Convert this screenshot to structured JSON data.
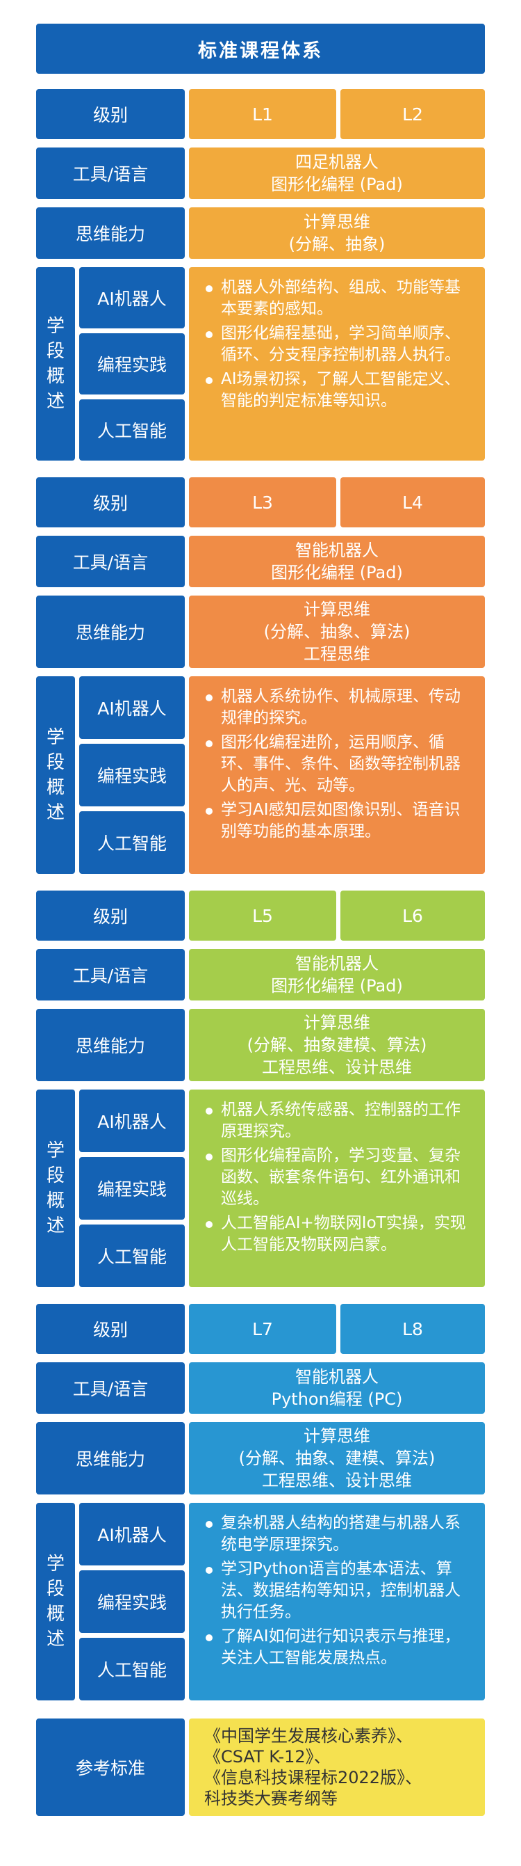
{
  "title": "标准课程体系",
  "colors": {
    "blue": "#1462B4",
    "group1": "#F2AA3C",
    "group2": "#F08C46",
    "group3": "#A5CD4B",
    "group4": "#2896D2",
    "reference": "#F5E150"
  },
  "labels": {
    "level": "级别",
    "tool": "工具/语言",
    "thinking": "思维能力",
    "stage": "学段概述",
    "ai_robot": "AI机器人",
    "coding": "编程实践",
    "ai": "人工智能",
    "reference": "参考标准"
  },
  "groups": [
    {
      "levels": [
        "L1",
        "L2"
      ],
      "tool": "四足机器人\n图形化编程 (Pad)",
      "thinking": "计算思维\n(分解、抽象)",
      "bullets": [
        "机器人外部结构、组成、功能等基本要素的感知。",
        "图形化编程基础，学习简单顺序、循环、分支程序控制机器人执行。",
        "AI场景初探，了解人工智能定义、智能的判定标准等知识。"
      ]
    },
    {
      "levels": [
        "L3",
        "L4"
      ],
      "tool": "智能机器人\n图形化编程 (Pad)",
      "thinking": "计算思维\n(分解、抽象、算法)\n工程思维",
      "bullets": [
        "机器人系统协作、机械原理、传动规律的探究。",
        "图形化编程进阶，运用顺序、循环、事件、条件、函数等控制机器人的声、光、动等。",
        "学习AI感知层如图像识别、语音识别等功能的基本原理。"
      ]
    },
    {
      "levels": [
        "L5",
        "L6"
      ],
      "tool": "智能机器人\n图形化编程 (Pad)",
      "thinking": "计算思维\n(分解、抽象建模、算法)\n工程思维、设计思维",
      "bullets": [
        "机器人系统传感器、控制器的工作原理探究。",
        "图形化编程高阶，学习变量、复杂函数、嵌套条件语句、红外通讯和巡线。",
        "人工智能AI+物联网IoT实操，实现人工智能及物联网启蒙。"
      ]
    },
    {
      "levels": [
        "L7",
        "L8"
      ],
      "tool": "智能机器人\nPython编程 (PC)",
      "thinking": "计算思维\n(分解、抽象、建模、算法)\n工程思维、设计思维",
      "bullets": [
        "复杂机器人结构的搭建与机器人系统电学原理探究。",
        "学习Python语言的基本语法、算法、数据结构等知识，控制机器人执行任务。",
        "了解AI如何进行知识表示与推理，关注人工智能发展热点。"
      ]
    }
  ],
  "reference_text": "《中国学生发展核心素养》、\n《CSAT K-12》、\n《信息科技课程标2022版》、\n科技类大赛考纲等"
}
